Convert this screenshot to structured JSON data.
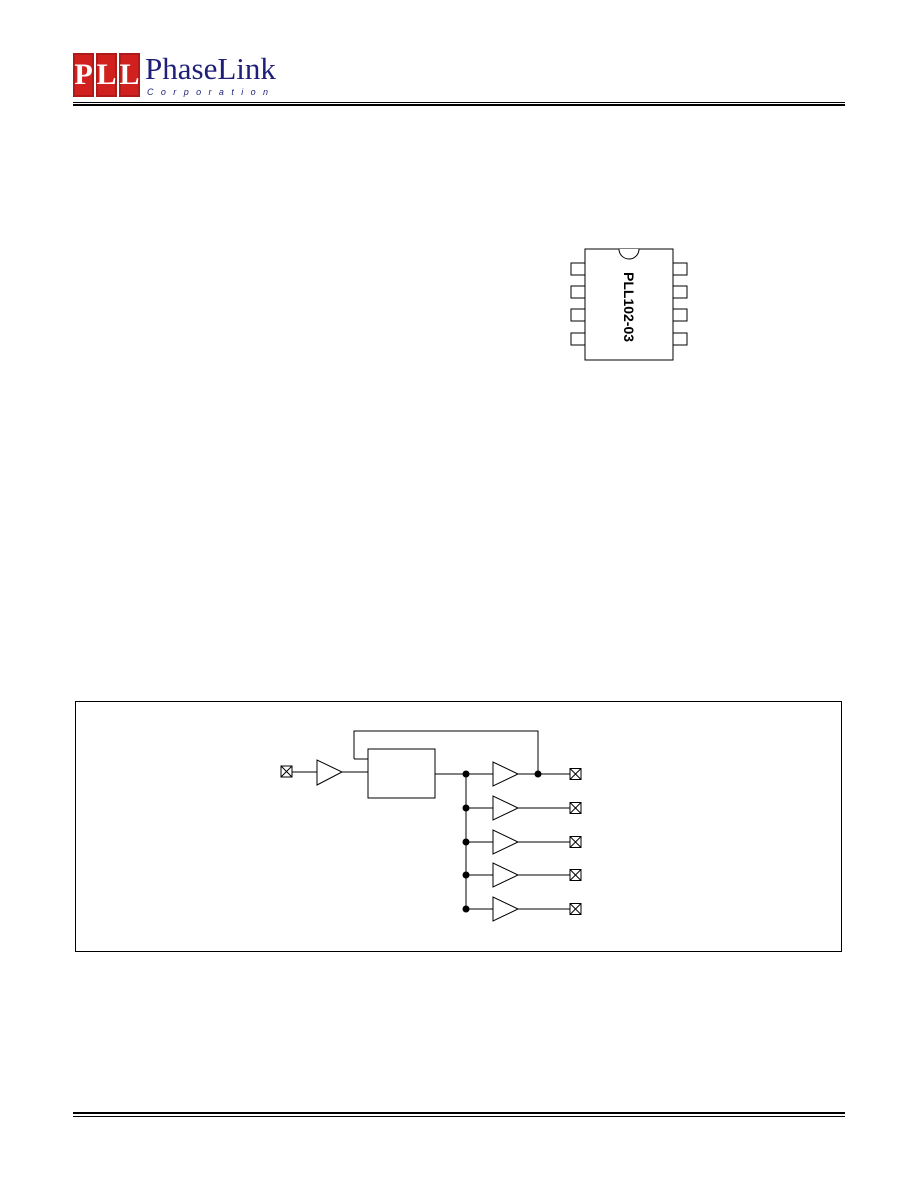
{
  "header": {
    "logo_letters": [
      "P",
      "L",
      "L"
    ],
    "company_name": "PhaseLink",
    "company_sub": "Corporation"
  },
  "chip": {
    "label": "PLL102-03"
  },
  "colors": {
    "logo_red": "#d1211f",
    "logo_navy": "#1f1f7a"
  },
  "block_diagram": {
    "input_pins": 1,
    "output_buffers": 5
  }
}
